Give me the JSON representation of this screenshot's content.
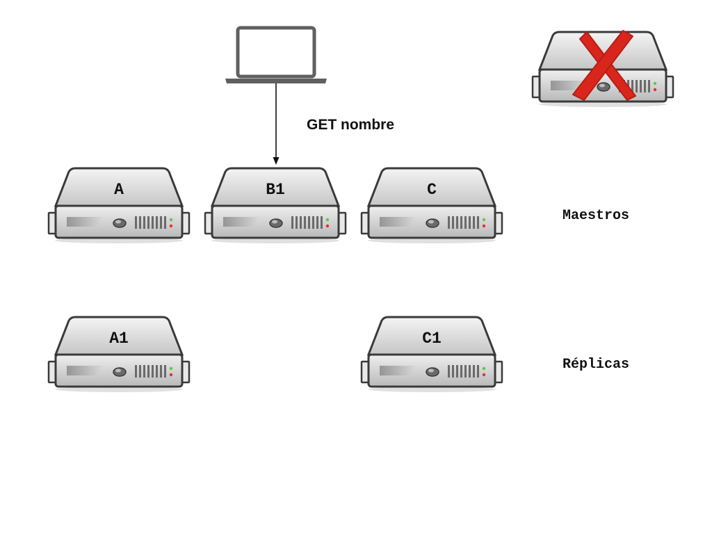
{
  "diagram": {
    "request_label": "GET nombre",
    "row_labels": {
      "masters": "Maestros",
      "replicas": "Réplicas"
    },
    "servers": {
      "A": "A",
      "B1": "B1",
      "C": "C",
      "A1": "A1",
      "C1": "C1"
    },
    "failed_server_mark": "red-x-icon",
    "colors": {
      "failed_mark": "#d9261c",
      "led_green": "#5ccc3c",
      "led_red": "#e03030"
    }
  }
}
